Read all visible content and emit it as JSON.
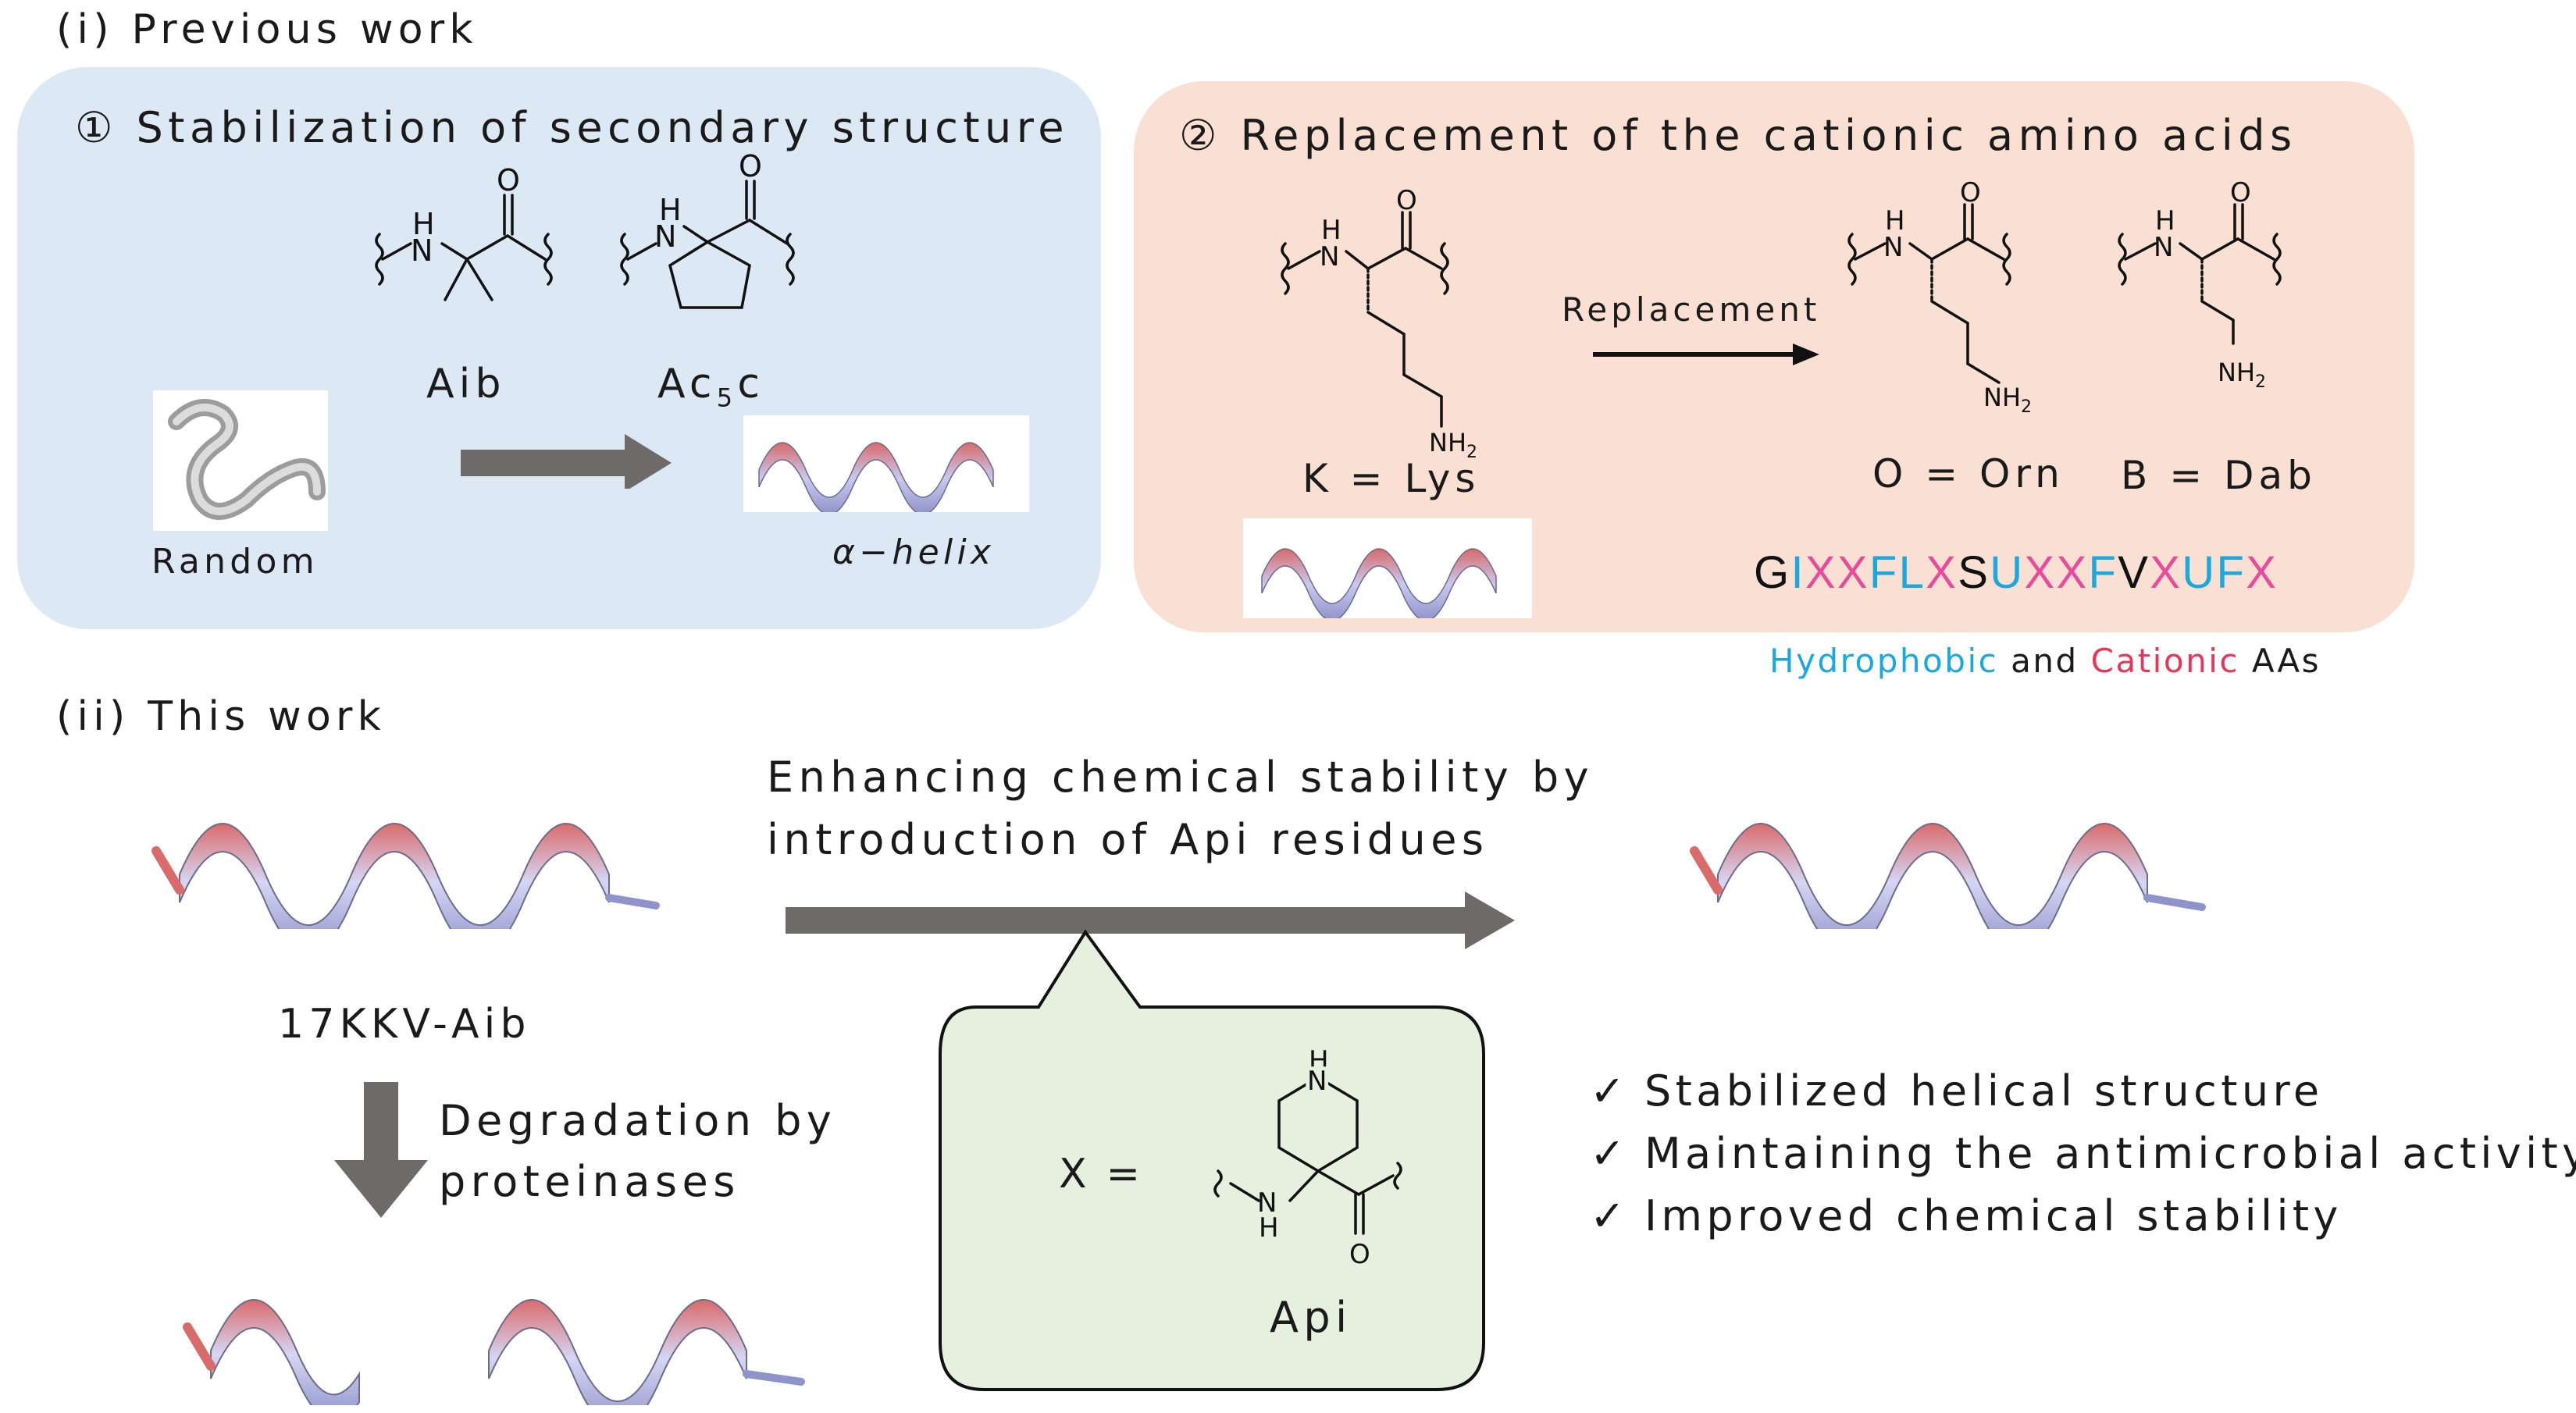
{
  "section1": {
    "title": "(i) Previous work",
    "panel1": {
      "heading": "① Stabilization of secondary structure",
      "aib_label": "Aib",
      "ac5c_label_main": "Ac",
      "ac5c_label_sub": "5",
      "ac5c_label_end": "c",
      "random_label": "Random",
      "helix_label": "α−helix"
    },
    "panel2": {
      "heading": "② Replacement of the cationic amino acids",
      "replacement_label": "Replacement",
      "lys_label": "K = Lys",
      "orn_label": "O = Orn",
      "dab_label": "B = Dab",
      "sequence": [
        {
          "ch": "G",
          "role": "plain"
        },
        {
          "ch": "I",
          "role": "hydrophobic"
        },
        {
          "ch": "X",
          "role": "cationic"
        },
        {
          "ch": "X",
          "role": "cationic"
        },
        {
          "ch": "F",
          "role": "hydrophobic"
        },
        {
          "ch": "L",
          "role": "hydrophobic"
        },
        {
          "ch": "X",
          "role": "cationic"
        },
        {
          "ch": "S",
          "role": "plain"
        },
        {
          "ch": "U",
          "role": "hydrophobic"
        },
        {
          "ch": "X",
          "role": "cationic"
        },
        {
          "ch": "X",
          "role": "cationic"
        },
        {
          "ch": "F",
          "role": "hydrophobic"
        },
        {
          "ch": "V",
          "role": "plain"
        },
        {
          "ch": "X",
          "role": "cationic"
        },
        {
          "ch": "U",
          "role": "hydrophobic"
        },
        {
          "ch": "F",
          "role": "hydrophobic"
        },
        {
          "ch": "X",
          "role": "cationic"
        }
      ],
      "legend_hydrophobic": "Hydrophobic",
      "legend_and": " and ",
      "legend_cationic": "Cationic",
      "legend_end": " AAs"
    }
  },
  "section2": {
    "title": "(ii) This work",
    "arrow_label_line1": "Enhancing chemical stability by",
    "arrow_label_line2": "introduction of Api residues",
    "peptide_label": "17KKV-Aib",
    "degradation_line1": "Degradation by",
    "degradation_line2": "proteinases",
    "x_equals": "X =",
    "api_label": "Api",
    "checklist": [
      "Stabilized helical structure",
      "Maintaining the antimicrobial activity",
      "Improved chemical stability"
    ]
  },
  "atom_labels": {
    "N": "N",
    "H": "H",
    "O": "O",
    "NH2": "NH",
    "NH2_sub": "2"
  },
  "colors": {
    "panel1_bg": "#dce8f4",
    "panel2_bg": "#f9e0d2",
    "bubble_bg": "#e6f0de",
    "arrow_gray": "#6f6a6a",
    "hydrophobic": "#1aa8df",
    "cationic": "#e8365a",
    "sequence_cationic": "#e84a9c",
    "helix_red": "#d96b6b",
    "helix_blue": "#aab0e8"
  }
}
